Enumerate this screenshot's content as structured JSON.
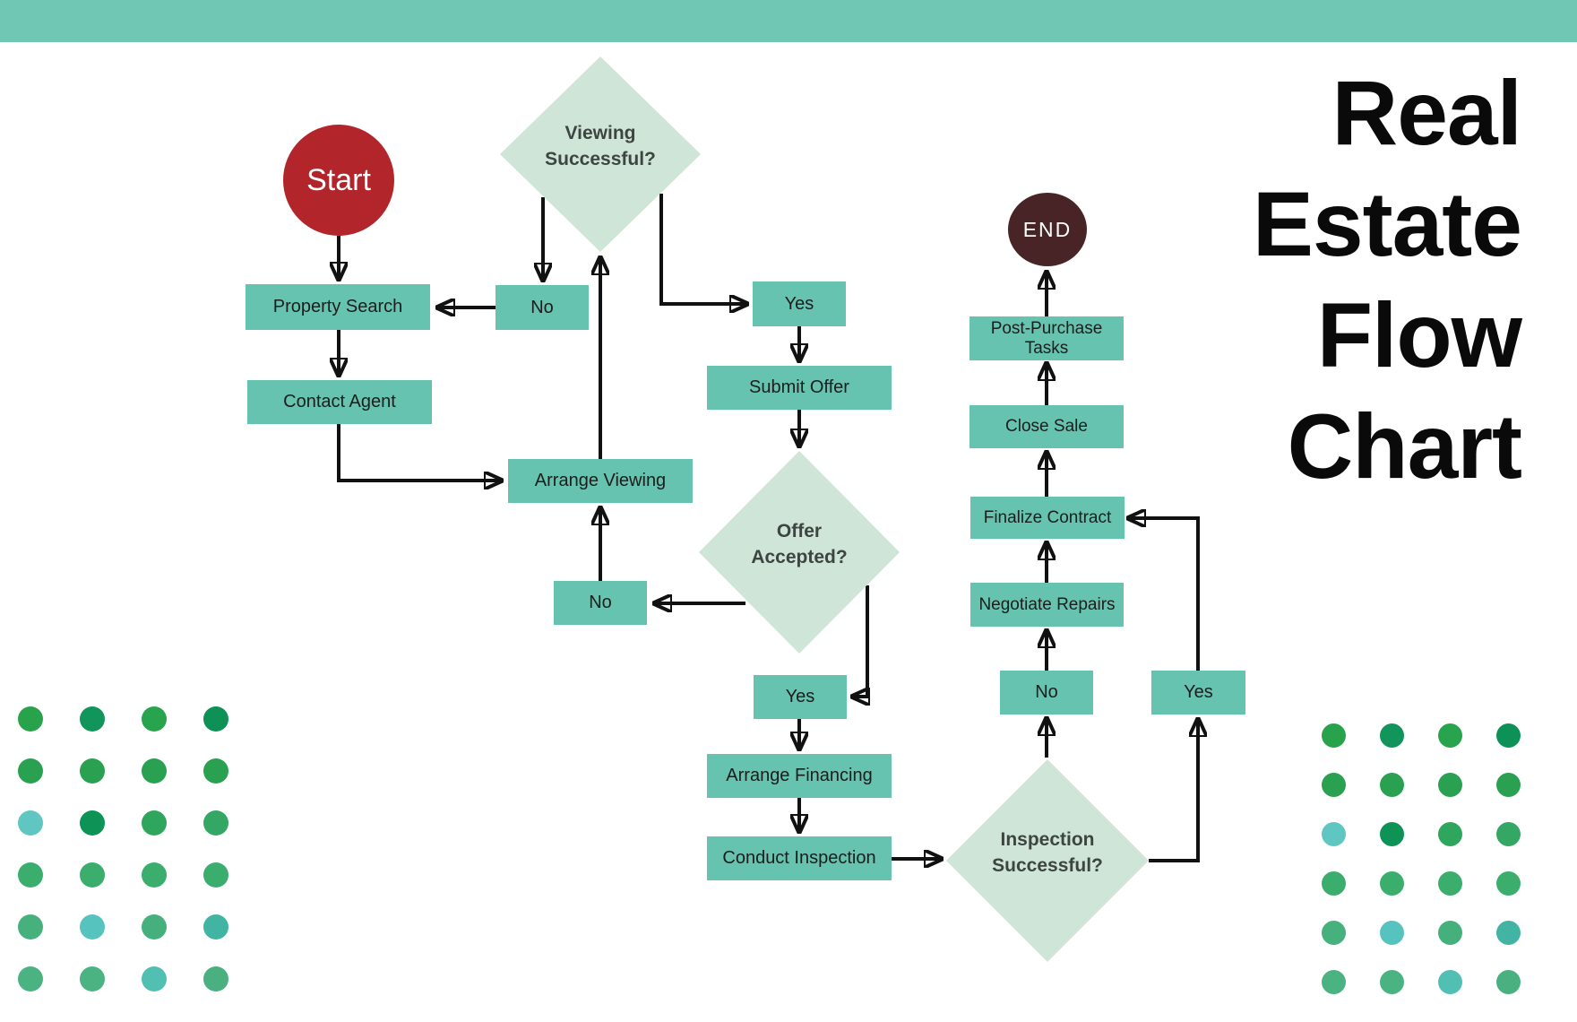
{
  "title": {
    "lines": [
      "Real",
      "Estate",
      "Flow",
      "Chart"
    ]
  },
  "nodes": {
    "start": "Start",
    "end": "END",
    "property_search": "Property Search",
    "contact_agent": "Contact Agent",
    "arrange_viewing": "Arrange Viewing",
    "viewing_no": "No",
    "viewing_yes": "Yes",
    "submit_offer": "Submit Offer",
    "offer_no": "No",
    "offer_yes": "Yes",
    "arrange_financing": "Arrange Financing",
    "conduct_inspection": "Conduct Inspection",
    "inspection_no": "No",
    "inspection_yes": "Yes",
    "negotiate_repairs": "Negotiate Repairs",
    "finalize_contract": "Finalize Contract",
    "close_sale": "Close Sale",
    "post_purchase": {
      "line1": "Post-Purchase",
      "line2": "Tasks"
    }
  },
  "decisions": {
    "viewing": {
      "line1": "Viewing",
      "line2": "Successful?"
    },
    "offer": {
      "line1": "Offer",
      "line2": "Accepted?"
    },
    "inspection": {
      "line1": "Inspection",
      "line2": "Successful?"
    }
  },
  "colors": {
    "header": "#6fc7b4",
    "box": "#66c3af",
    "diamond": "#cfe5d8",
    "start": "#b2262b",
    "end": "#482426",
    "arrow": "#111111",
    "box_text": "#1d1d1d",
    "diamond_text": "#3d4541"
  },
  "dot_grids": {
    "colors": [
      [
        "#29a34b",
        "#11955a",
        "#27a44d",
        "#0d9156"
      ],
      [
        "#2aa150",
        "#2aa150",
        "#2aa150",
        "#2aa150"
      ],
      [
        "#5fc6c2",
        "#0d9355",
        "#2ea65d",
        "#34a765"
      ],
      [
        "#3bae6e",
        "#3bae6e",
        "#3bae6e",
        "#3bae6e"
      ],
      [
        "#46b17d",
        "#57c3be",
        "#45b07c",
        "#42b4a3"
      ],
      [
        "#4bb382",
        "#4bb382",
        "#52bfb3",
        "#4ab080"
      ]
    ]
  }
}
